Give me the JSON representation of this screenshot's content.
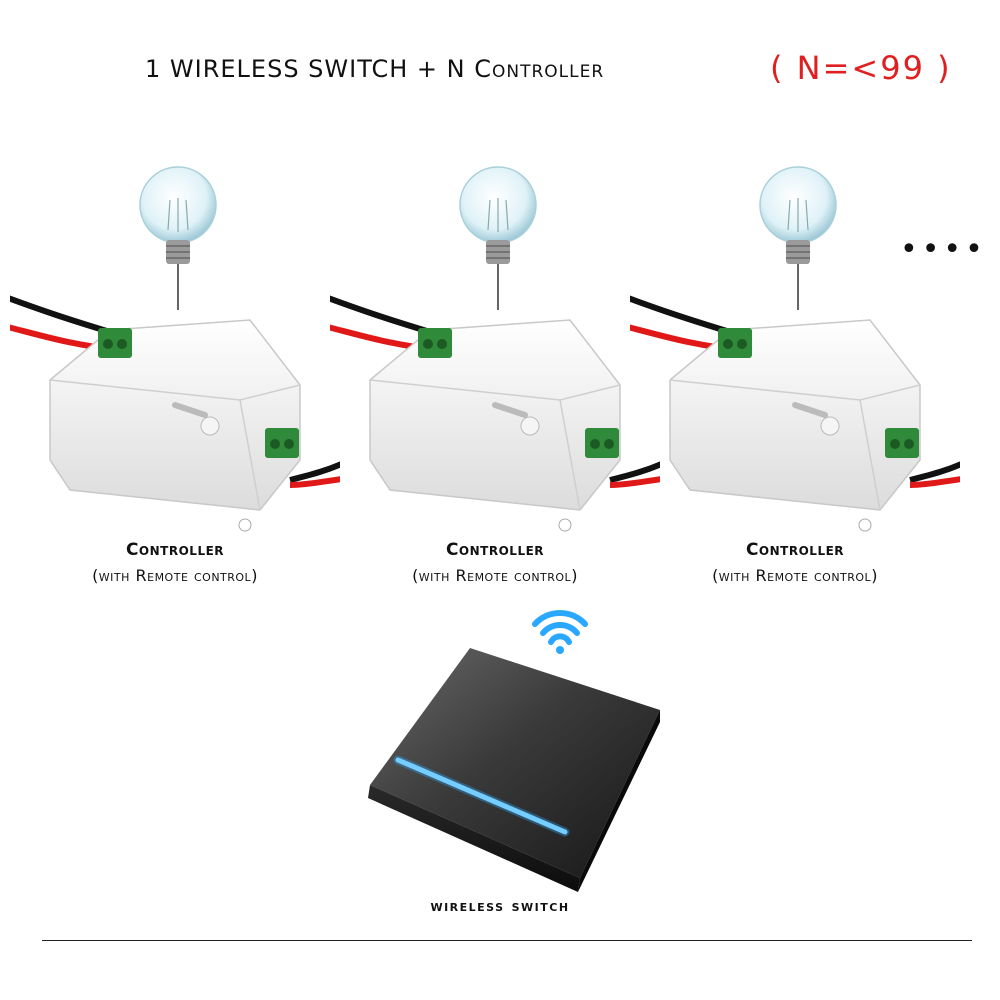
{
  "title": {
    "main": "1 WIRELESS SWITCH  +  N Controller",
    "n_range": "( N=<99 )",
    "accent_color": "#e02020"
  },
  "controllers": [
    {
      "name": "Controller",
      "subtitle": "(with Remote control)"
    },
    {
      "name": "Controller",
      "subtitle": "(with Remote control)"
    },
    {
      "name": "Controller",
      "subtitle": "(with Remote control)"
    }
  ],
  "more_indicator": "••••",
  "switch": {
    "label": "wireless  switch",
    "icon": "wifi-icon",
    "accent_color": "#2aa8ff"
  }
}
